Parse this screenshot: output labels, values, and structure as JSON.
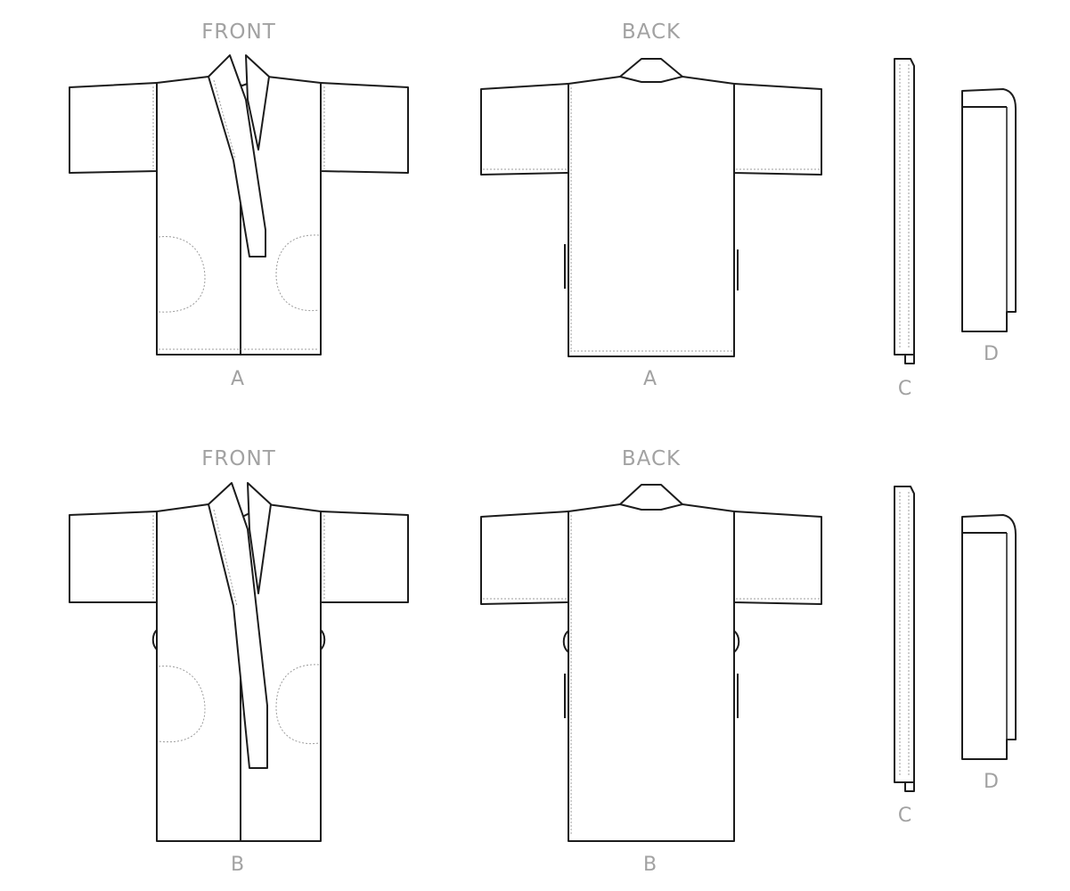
{
  "views": [
    {
      "heading": "FRONT",
      "caption": "A"
    },
    {
      "heading": "BACK",
      "caption": "A"
    },
    {
      "heading": "FRONT",
      "caption": "B"
    },
    {
      "heading": "BACK",
      "caption": "B"
    }
  ],
  "accessories": [
    {
      "caption": "C"
    },
    {
      "caption": "D"
    },
    {
      "caption": "C"
    },
    {
      "caption": "D"
    }
  ]
}
